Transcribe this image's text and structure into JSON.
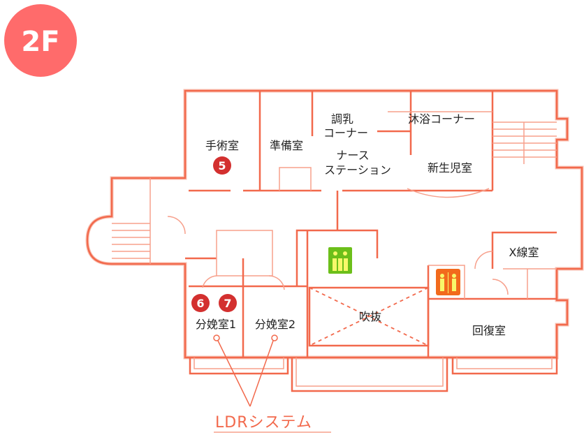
{
  "floor_badge": "2F",
  "rooms": {
    "operating_room": "手術室",
    "prep_room": "準備室",
    "formula_corner_line1": "調乳",
    "formula_corner_line2": "コーナー",
    "bathing_corner": "沐浴コーナー",
    "nurse_station_line1": "ナース",
    "nurse_station_line2": "ステーション",
    "newborn_room": "新生児室",
    "xray_room": "X線室",
    "atrium": "吹抜",
    "recovery_room": "回復室",
    "delivery_room_1": "分娩室1",
    "delivery_room_2": "分娩室2"
  },
  "markers": [
    "5",
    "6",
    "7"
  ],
  "callout": "LDRシステム",
  "icons": [
    "elevator-icon",
    "restroom-icon"
  ],
  "colors": {
    "wall": "#f2694c",
    "badge": "#ff6b6b",
    "marker": "#d3302f",
    "elevator": "#6cbf1a",
    "restroom": "#f26a1c"
  }
}
